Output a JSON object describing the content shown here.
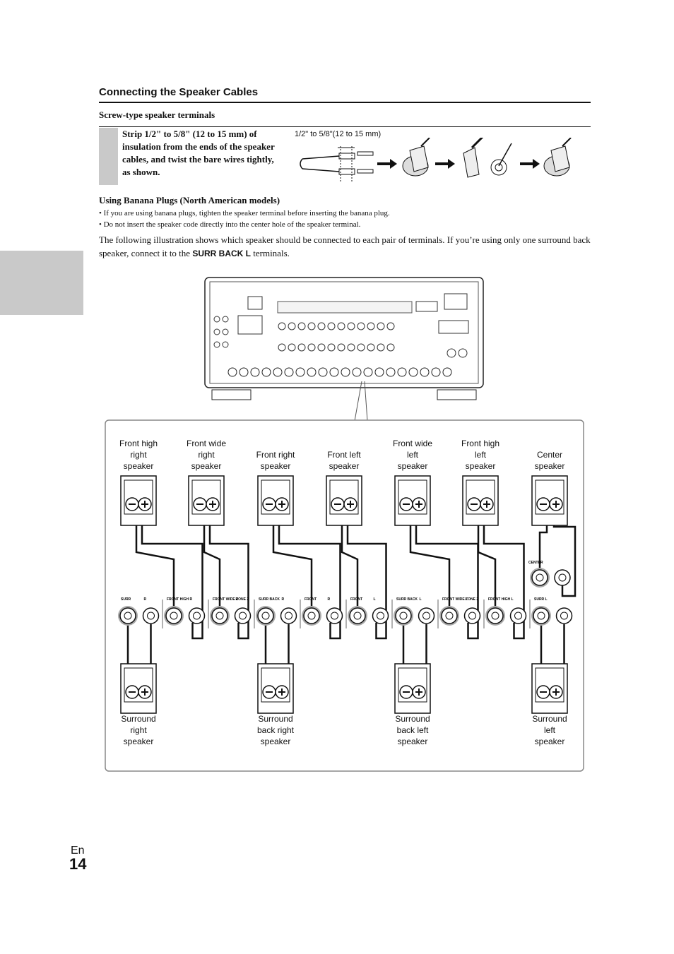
{
  "section_title": "Connecting the Speaker Cables",
  "subsection_title": "Screw-type speaker terminals",
  "step_text": "Strip 1/2\" to 5/8\" (12 to 15 mm) of insulation from the ends of the speaker cables, and twist the bare wires tightly, as shown.",
  "strip_label": "1/2\" to 5/8\"(12 to 15 mm)",
  "banana": {
    "title": "Using Banana Plugs (North American models)",
    "bullets": [
      "If you are using banana plugs, tighten the speaker terminal before inserting the banana plug.",
      "Do not insert the speaker code directly into the center hole of the speaker terminal."
    ]
  },
  "intro": {
    "before": "The following illustration shows which speaker should be connected to each pair of terminals. If you’re using only one surround back speaker, connect it to the ",
    "term": "SURR BACK L",
    "after": " terminals."
  },
  "speakers_top": [
    {
      "lines": [
        "Front high",
        "right",
        "speaker"
      ]
    },
    {
      "lines": [
        "Front wide",
        "right",
        "speaker"
      ]
    },
    {
      "lines": [
        "Front right",
        "speaker"
      ]
    },
    {
      "lines": [
        "Front left",
        "speaker"
      ]
    },
    {
      "lines": [
        "Front wide",
        "left",
        "speaker"
      ]
    },
    {
      "lines": [
        "Front high",
        "left",
        "speaker"
      ]
    },
    {
      "lines": [
        "Center",
        "speaker"
      ]
    }
  ],
  "speakers_bottom": [
    {
      "lines": [
        "Surround",
        "right",
        "speaker"
      ]
    },
    {
      "lines": [
        "Surround",
        "back right",
        "speaker"
      ]
    },
    {
      "lines": [
        "Surround",
        "back left",
        "speaker"
      ]
    },
    {
      "lines": [
        "Surround",
        "left",
        "speaker"
      ]
    }
  ],
  "terminal_labels": [
    "SURR",
    "R",
    "FRONT HIGH",
    "R",
    "FRONT WIDE ZONE 2",
    "R",
    "SURR BACK",
    "R",
    "FRONT",
    "R",
    "FRONT",
    "L",
    "SURR BACK",
    "L",
    "FRONT WIDE ZONE 2",
    "L",
    "FRONT HIGH",
    "L",
    "SURR L"
  ],
  "center_terminal_label": "CENTER",
  "page": {
    "lang": "En",
    "number": "14"
  }
}
